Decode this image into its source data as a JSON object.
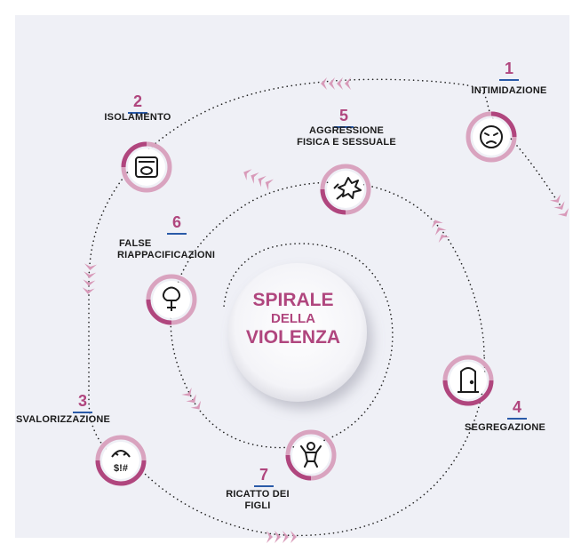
{
  "center": {
    "line1": "SPIRALE",
    "line2": "DELLA",
    "line3": "VIOLENZA"
  },
  "steps": [
    {
      "number": "1",
      "label": "INTIMIDAZIONE",
      "icon": "angry-face-icon"
    },
    {
      "number": "2",
      "label": "ISOLAMENTO",
      "icon": "isolation-box-icon"
    },
    {
      "number": "3",
      "label": "SVALORIZZAZIONE",
      "icon": "swearing-face-icon"
    },
    {
      "number": "4",
      "label": "SEGREGAZIONE",
      "icon": "door-icon"
    },
    {
      "number": "5",
      "label_line1": "AGGRESSIONE",
      "label_line2": "FISICA E SESSUALE",
      "icon": "physical-aggression-icon"
    },
    {
      "number": "6",
      "label_line1": "FALSE",
      "label_line2": "RIAPPACIFICAZIONI",
      "icon": "flowers-bouquet-icon"
    },
    {
      "number": "7",
      "label_line1": "RICATTO DEI",
      "label_line2": "FIGLI",
      "icon": "child-icon"
    }
  ],
  "colors": {
    "accent": "#b0467e",
    "accent_light": "#d9a3bf",
    "underline": "#2a5aa8",
    "panel": "#eff0f6",
    "text": "#1b1b1b"
  }
}
